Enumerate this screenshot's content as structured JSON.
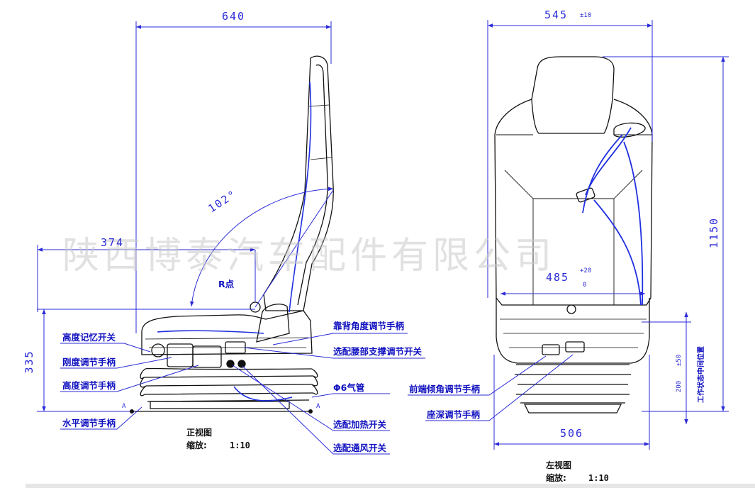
{
  "watermark": "陕西博泰汽车配件有限公司",
  "side_view": {
    "dim_width": "640",
    "dim_374": "374",
    "dim_height": "335",
    "angle": "102°",
    "r_point": "R点",
    "label_a": "A",
    "callouts": {
      "height_memory": "高度记忆开关",
      "stiffness": "刚度调节手柄",
      "height_adjust": "高度调节手柄",
      "horizontal": "水平调节手柄",
      "backrest_angle": "靠背角度调节手柄",
      "lumbar": "选配腰部支撑调节开关",
      "air_tube": "Φ6气管",
      "heating": "选配加热开关",
      "ventilation": "选配通风开关"
    },
    "caption_title": "正视图",
    "caption_scale_label": "缩放:",
    "caption_scale_value": "1:10"
  },
  "front_view": {
    "dim_width": "545",
    "dim_width_tol": "±10",
    "dim_height": "1150",
    "dim_inner": "485",
    "dim_inner_tol_plus": "+20",
    "dim_inner_tol_zero": "0",
    "dim_bottom": "506",
    "dim_travel": "200",
    "dim_travel_tol": "±50",
    "travel_note": "工作状态中间位置",
    "callouts": {
      "front_tilt": "前端倾角调节手柄",
      "seat_depth": "座深调节手柄"
    },
    "caption_title": "左视图",
    "caption_scale_label": "缩放:",
    "caption_scale_value": "1:10"
  },
  "colors": {
    "line": "#111111",
    "dimension": "#2a2ad8",
    "tube": "#1f2fe0",
    "watermark": "#c8c8c8"
  }
}
